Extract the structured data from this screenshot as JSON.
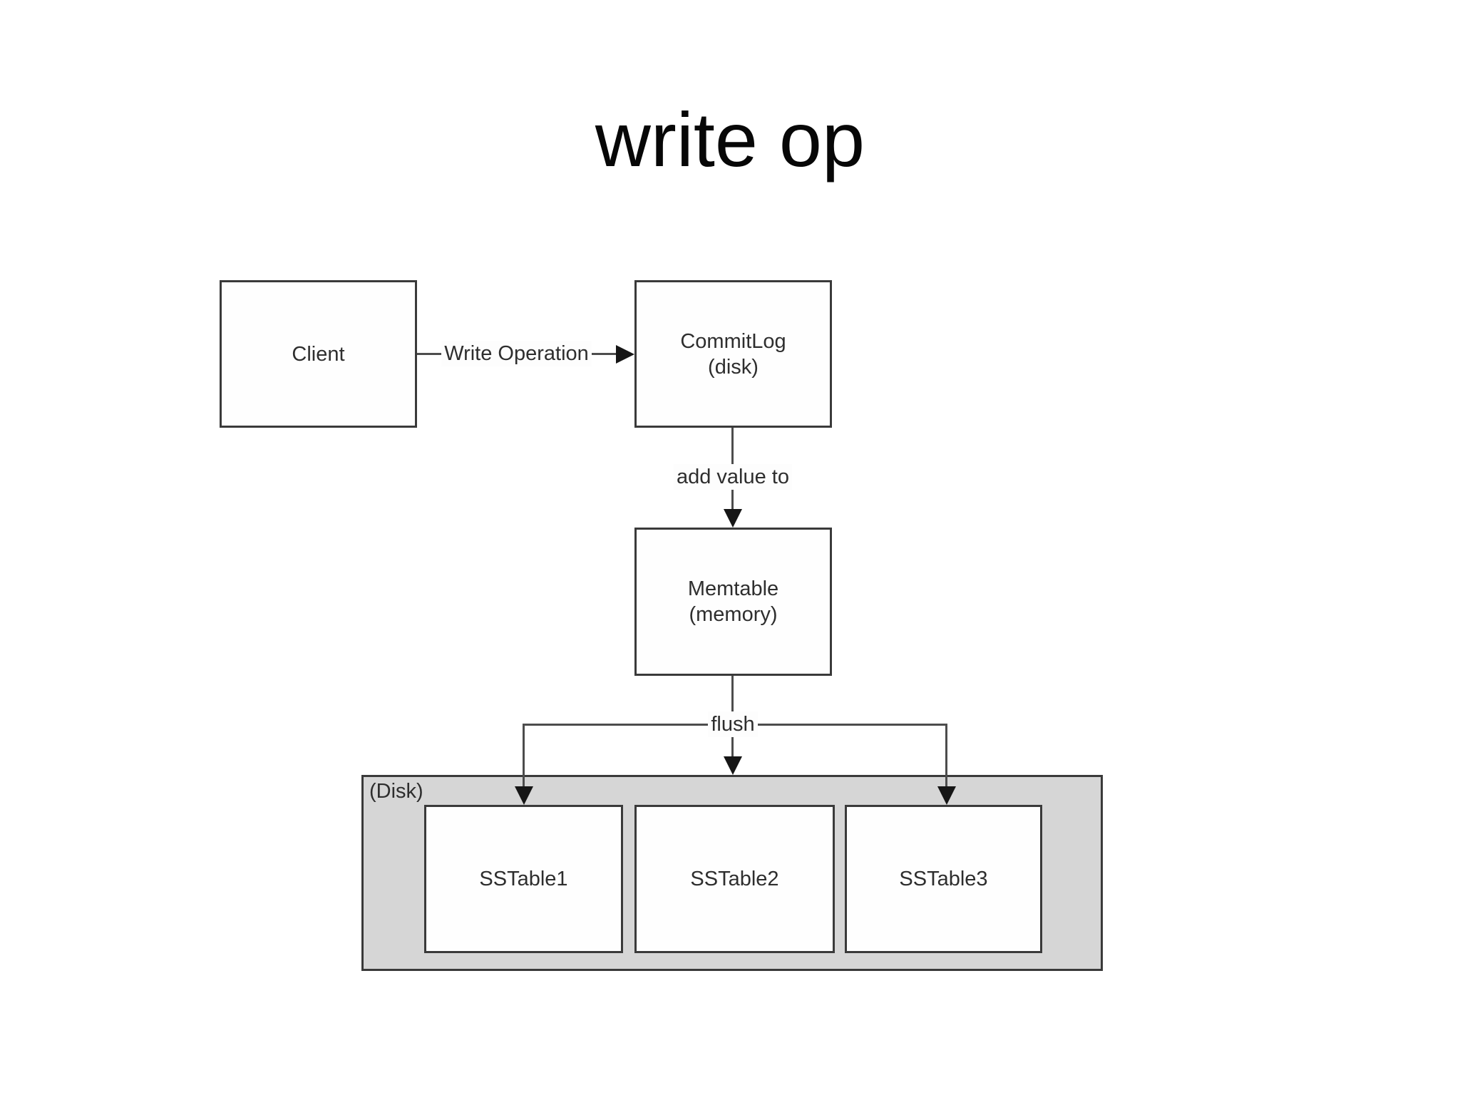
{
  "slide": {
    "title": "write op"
  },
  "diagram": {
    "nodes": {
      "client": {
        "label": "Client"
      },
      "commitlog": {
        "label": "CommitLog",
        "sublabel": "(disk)"
      },
      "memtable": {
        "label": "Memtable",
        "sublabel": "(memory)"
      },
      "disk": {
        "label": "(Disk)"
      },
      "sstable1": {
        "label": "SSTable1"
      },
      "sstable2": {
        "label": "SSTable2"
      },
      "sstable3": {
        "label": "SSTable3"
      }
    },
    "edges": {
      "write_operation": {
        "label": "Write Operation",
        "from": "Client",
        "to": "CommitLog (disk)"
      },
      "add_value_to": {
        "label": "add value to",
        "from": "CommitLog (disk)",
        "to": "Memtable (memory)"
      },
      "flush": {
        "label": "flush",
        "from": "Memtable (memory)",
        "to": "SSTable1, SSTable2, SSTable3"
      }
    },
    "colors": {
      "background": "#ffffff",
      "node_fill": "#fefefe",
      "node_border": "#3a3a3a",
      "disk_fill": "#d6d6d6",
      "connector": "#4d4d4d",
      "arrowhead": "#161616",
      "text": "#2e2e2e",
      "title_text": "#070707"
    }
  }
}
